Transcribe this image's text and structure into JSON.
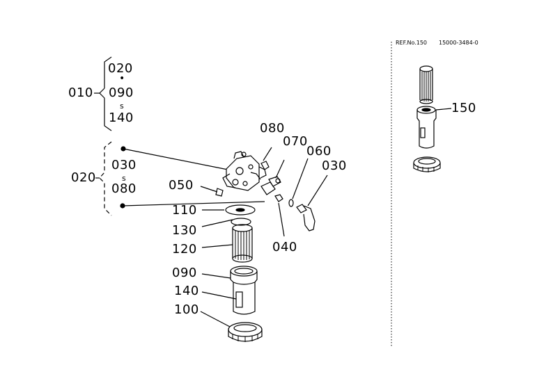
{
  "ref": {
    "ref_label": "REF.No.150",
    "part_number": "15000-3484-0"
  },
  "group_010": {
    "label": "010",
    "range_start": "020",
    "range_sep": "•",
    "range_mid": "090",
    "range_tilde": "s",
    "range_end": "140"
  },
  "group_020": {
    "label": "020",
    "range_start": "030",
    "range_tilde": "s",
    "range_end": "080"
  },
  "callouts": {
    "c080": "080",
    "c070": "070",
    "c060": "060",
    "c030": "030",
    "c050": "050",
    "c110": "110",
    "c130": "130",
    "c120": "120",
    "c040": "040",
    "c090": "090",
    "c140": "140",
    "c100": "100",
    "c150": "150"
  }
}
